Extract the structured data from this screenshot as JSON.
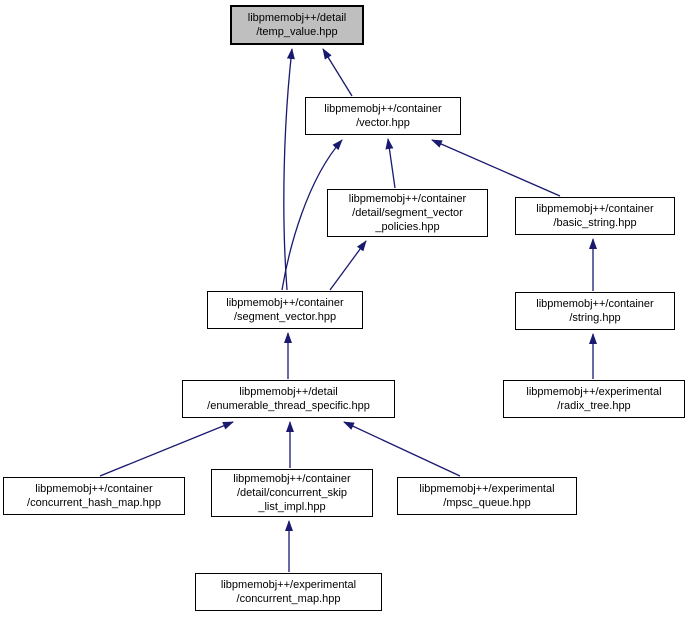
{
  "diagram": {
    "type": "include-dependency-graph",
    "colors": {
      "edge": "#191970",
      "node_fill": "#ffffff",
      "highlight_fill": "#bfbfbf",
      "border": "#000000"
    },
    "nodes": {
      "temp_value": {
        "label": "libpmemobj++/detail\n/temp_value.hpp",
        "highlighted": true
      },
      "vector": {
        "label": "libpmemobj++/container\n/vector.hpp"
      },
      "segment_vector_policies": {
        "label": "libpmemobj++/container\n/detail/segment_vector\n_policies.hpp"
      },
      "basic_string": {
        "label": "libpmemobj++/container\n/basic_string.hpp"
      },
      "segment_vector": {
        "label": "libpmemobj++/container\n/segment_vector.hpp"
      },
      "string": {
        "label": "libpmemobj++/container\n/string.hpp"
      },
      "enumerable_thread_specific": {
        "label": "libpmemobj++/detail\n/enumerable_thread_specific.hpp"
      },
      "radix_tree": {
        "label": "libpmemobj++/experimental\n/radix_tree.hpp"
      },
      "concurrent_hash_map": {
        "label": "libpmemobj++/container\n/concurrent_hash_map.hpp"
      },
      "concurrent_skip_list_impl": {
        "label": "libpmemobj++/container\n/detail/concurrent_skip\n_list_impl.hpp"
      },
      "mpsc_queue": {
        "label": "libpmemobj++/experimental\n/mpsc_queue.hpp"
      },
      "concurrent_map": {
        "label": "libpmemobj++/experimental\n/concurrent_map.hpp"
      }
    },
    "edges": [
      {
        "from": "vector",
        "to": "temp_value"
      },
      {
        "from": "segment_vector",
        "to": "temp_value"
      },
      {
        "from": "segment_vector",
        "to": "vector"
      },
      {
        "from": "segment_vector_policies",
        "to": "vector"
      },
      {
        "from": "basic_string",
        "to": "vector"
      },
      {
        "from": "segment_vector",
        "to": "segment_vector_policies"
      },
      {
        "from": "string",
        "to": "basic_string"
      },
      {
        "from": "radix_tree",
        "to": "string"
      },
      {
        "from": "enumerable_thread_specific",
        "to": "segment_vector"
      },
      {
        "from": "concurrent_hash_map",
        "to": "enumerable_thread_specific"
      },
      {
        "from": "concurrent_skip_list_impl",
        "to": "enumerable_thread_specific"
      },
      {
        "from": "mpsc_queue",
        "to": "enumerable_thread_specific"
      },
      {
        "from": "concurrent_map",
        "to": "concurrent_skip_list_impl"
      }
    ]
  }
}
